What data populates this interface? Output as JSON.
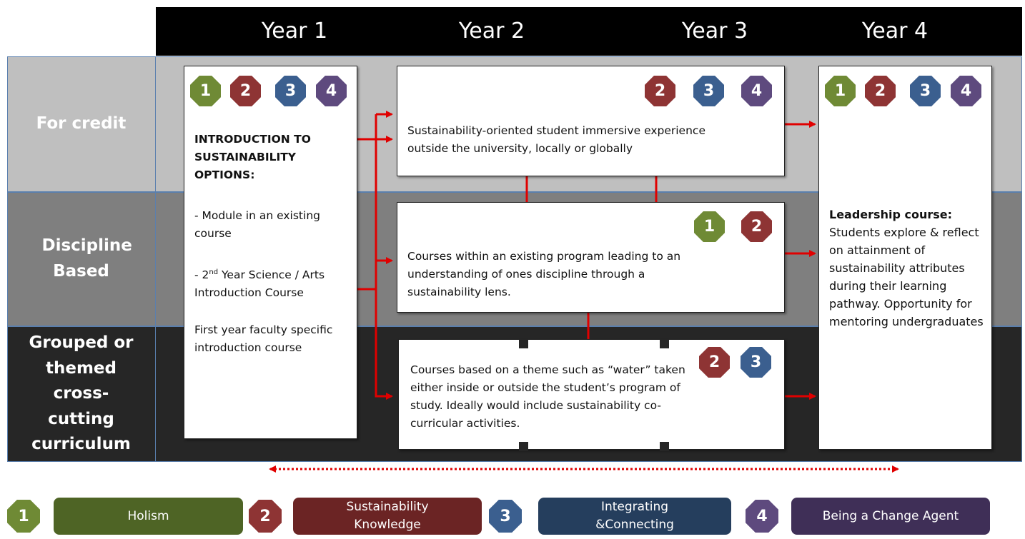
{
  "years": [
    "Year 1",
    "Year 2",
    "Year 3",
    "Year 4"
  ],
  "rows": {
    "for_credit": "For credit",
    "discipline": "Discipline Based",
    "grouped": "Grouped or themed cross-cutting curriculum"
  },
  "year1": {
    "title": "INTRODUCTION TO SUSTAINABILITY OPTIONS:",
    "item1": "- Module in an existing course",
    "item2_prefix": "- 2",
    "item2_sup": "nd",
    "item2_suffix": " Year Science / Arts Introduction Course",
    "item3": "First year faculty specific introduction course",
    "badges": [
      "1",
      "2",
      "3",
      "4"
    ]
  },
  "immersive": {
    "text": "Sustainability-oriented student  immersive experience outside the university, locally or globally",
    "badges": [
      "2",
      "3",
      "4"
    ]
  },
  "discipline_courses": {
    "text": "Courses within an existing program leading to an understanding of ones discipline through a sustainability lens.",
    "badges": [
      "1",
      "2"
    ]
  },
  "themed": {
    "text": "Courses based on a theme such as “water” taken either inside or outside the student’s program of study. Ideally would include sustainability co-curricular activities.",
    "badges": [
      "2",
      "3"
    ]
  },
  "year4": {
    "title": "Leadership course:",
    "text": "Students explore & reflect on attainment of sustainability attributes during their learning pathway. Opportunity for mentoring undergraduates",
    "badges": [
      "1",
      "2",
      "3",
      "4"
    ]
  },
  "legend": [
    {
      "num": "1",
      "label": "Holism"
    },
    {
      "num": "2",
      "label": "Sustainability Knowledge"
    },
    {
      "num": "3",
      "label": "Integrating &Connecting"
    },
    {
      "num": "4",
      "label": "Being a Change Agent"
    }
  ],
  "colors": {
    "holism": "#6f8a35",
    "knowledge": "#8e3434",
    "integrating": "#3b5f8f",
    "change_agent": "#5e4a7e",
    "arrow": "#e00000",
    "header": "#000000",
    "row_credit": "#bfbfbf",
    "row_discipline": "#7f7f7f",
    "row_grouped": "#262626"
  }
}
